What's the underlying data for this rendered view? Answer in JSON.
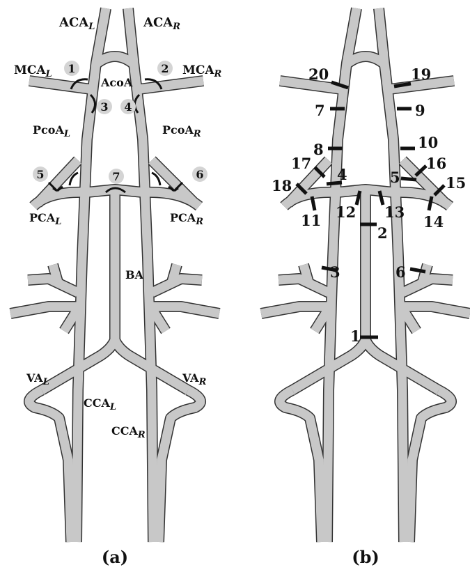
{
  "panel_a": {
    "label": "(a)",
    "vessels": {
      "aca_left": {
        "main": "ACA",
        "sub": "L"
      },
      "aca_right": {
        "main": "ACA",
        "sub": "R"
      },
      "mca_left": {
        "main": "MCA",
        "sub": "L"
      },
      "mca_right": {
        "main": "MCA",
        "sub": "R"
      },
      "acoa": "AcoA",
      "pcoa_left": {
        "main": "PcoA",
        "sub": "L"
      },
      "pcoa_right": {
        "main": "PcoA",
        "sub": "R"
      },
      "pca_left": {
        "main": "PCA",
        "sub": "L"
      },
      "pca_right": {
        "main": "PCA",
        "sub": "R"
      },
      "ba": "BA",
      "va_left": {
        "main": "VA",
        "sub": "L"
      },
      "va_right": {
        "main": "VA",
        "sub": "R"
      },
      "cca_left": {
        "main": "CCA",
        "sub": "L"
      },
      "cca_right": {
        "main": "CCA",
        "sub": "R"
      }
    },
    "bifurcation_markers": [
      "1",
      "2",
      "3",
      "4",
      "5",
      "6",
      "7"
    ]
  },
  "panel_b": {
    "label": "(b)",
    "segment_numbers": [
      "1",
      "2",
      "3",
      "4",
      "5",
      "6",
      "7",
      "8",
      "9",
      "10",
      "11",
      "12",
      "13",
      "14",
      "15",
      "16",
      "17",
      "18",
      "19",
      "20"
    ]
  }
}
